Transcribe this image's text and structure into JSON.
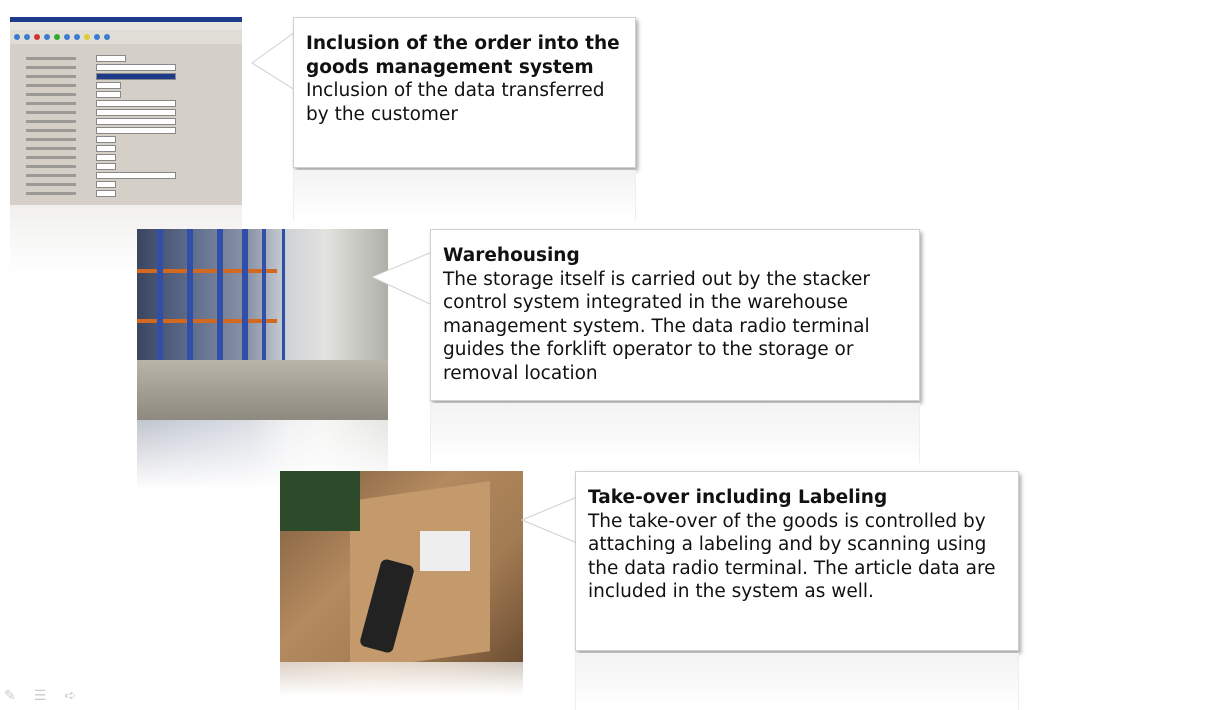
{
  "steps": [
    {
      "title": "Inclusion of the order into the goods management system",
      "text": "Inclusion of the data transferred by the customer",
      "image": "goods-management-software-screenshot"
    },
    {
      "title": "Warehousing",
      "text": "The storage itself is carried out by the stacker control system integrated in the warehouse management system. The data radio terminal guides the forklift operator to the storage or removal location",
      "image": "warehouse-racks-photo"
    },
    {
      "title": "Take-over including Labeling",
      "text": "The take-over of the goods is controlled by attaching a labeling and by scanning using the data radio terminal. The article data are included in the system as well.",
      "image": "barcode-scanning-photo"
    }
  ],
  "controls": [
    "pen-icon",
    "menu-icon",
    "next-arrow-icon"
  ]
}
